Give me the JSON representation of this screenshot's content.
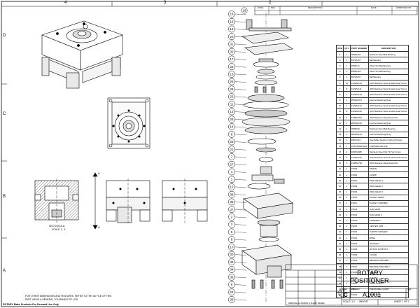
{
  "zone_numbers": [
    "4",
    "3",
    "2"
  ],
  "zone_letters": [
    "D",
    "C",
    "B",
    "A"
  ],
  "revision_block": {
    "headers": [
      "ZONE",
      "REV",
      "DESCRIPTION",
      "DATE",
      "APPROVED BY"
    ]
  },
  "balloons": [
    "16",
    "19",
    "18",
    "20",
    "31",
    "32",
    "17",
    "22",
    "15",
    "26",
    "29",
    "23",
    "11",
    "13",
    "25",
    "14",
    "6",
    "28",
    "21",
    "7",
    "27",
    "4",
    "1",
    "12",
    "38",
    "35",
    "37",
    "2",
    "3",
    "5",
    "9",
    "10",
    "30",
    "33",
    "34",
    "36",
    "8",
    "24",
    "39"
  ],
  "bom": {
    "headers": [
      "ITEM",
      "QTY",
      "PART NUMBER",
      "DESCRIPTION"
    ],
    "rows": [
      [
        "1",
        "1",
        "7804K11G",
        "Stainless Steel Ball Bearing"
      ],
      [
        "2",
        "1",
        "5972K267",
        "Ball Bearing"
      ],
      [
        "3",
        "1",
        "6655K12",
        "Ultra-Thin Ball Bearing"
      ],
      [
        "4",
        "1",
        "6655K11G",
        "Ultra-Thin Ball Bearing"
      ],
      [
        "5",
        "1",
        "5972K267",
        "Ball Bearing"
      ],
      [
        "6",
        "16",
        "91292A113",
        "18-8 Stainless Steel Socket Head Screw"
      ],
      [
        "7",
        "8",
        "91292A111",
        "18-8 Stainless Steel Socket Head Screw"
      ],
      [
        "8",
        "4",
        "91292A130",
        "18-8 Stainless Steel Socket Head Screw"
      ],
      [
        "9",
        "1",
        "95520A471",
        "Internal Retaining Ring"
      ],
      [
        "10",
        "6",
        "91292A121",
        "18-8 Stainless Steel Socket Head Screw"
      ],
      [
        "11",
        "8",
        "91292A119",
        "18-8 Stainless Steel Socket Head Screw"
      ],
      [
        "12",
        "4",
        "91985A051",
        "18-8 Stainless Steel Dowel Pin"
      ],
      [
        "13",
        "1",
        "98541A119",
        "Internal Retaining Ring"
      ],
      [
        "14",
        "1",
        "7806K39",
        "Stainless Steel Ball Bearing"
      ],
      [
        "15",
        "1",
        "98108A131",
        "Internal Retaining Ring"
      ],
      [
        "16",
        "1",
        "93871A11",
        "Steel Male Spanner Spring Plunger"
      ],
      [
        "18",
        "1",
        "PKP246MD15A2",
        "STEPPER MOTOR"
      ],
      [
        "17",
        "4",
        "92605A986",
        "Stainless Steel Flat Tip Set Screw"
      ],
      [
        "19",
        "4",
        "91292A212",
        "18-8 Stainless Steel Socket Head Screw"
      ],
      [
        "20",
        "2",
        "91985A796",
        "18-8 Stainless Steel Dowel Pin"
      ],
      [
        "21",
        "1",
        "P1000",
        "PINION"
      ],
      [
        "22",
        "1",
        "P1006",
        "CLAMP"
      ],
      [
        "23",
        "1",
        "P1007",
        "RING GEAR 1"
      ],
      [
        "24",
        "1",
        "P1008",
        "RING GEAR 2"
      ],
      [
        "25",
        "1",
        "P1009",
        "RING GEAR 3"
      ],
      [
        "26",
        "4",
        "P1010",
        "PLANET GEAR"
      ],
      [
        "27",
        "4",
        "P1011",
        "PLANET CARRIER"
      ],
      [
        "28",
        "1",
        "P1012",
        "SUN GEAR"
      ],
      [
        "29",
        "1",
        "P1013",
        "SUN GEAR 2"
      ],
      [
        "30",
        "1",
        "P1014",
        "CARRIER 2"
      ],
      [
        "31",
        "1",
        "P1015",
        "CENTER HUB"
      ],
      [
        "32",
        "1",
        "P1016",
        "THRUST WASHER"
      ],
      [
        "33",
        "1",
        "P1002",
        "BASE"
      ],
      [
        "34",
        "1",
        "P1003",
        "HOUSING"
      ],
      [
        "35",
        "1",
        "P1004",
        "MOTOR SUPPORT"
      ],
      [
        "36",
        "1",
        "P1005",
        "COVER"
      ],
      [
        "37",
        "1",
        "P1016",
        "BEARING SPACER 1"
      ],
      [
        "38",
        "1",
        "P1017",
        "BEARING SPACER 2"
      ],
      [
        "39",
        "1",
        "P1018",
        "SHAFT 1"
      ],
      [
        "40",
        "1",
        "P1019",
        "SHAFT 2"
      ],
      [
        "41",
        "1",
        "P1020",
        "IDLER PINION"
      ],
      [
        "42",
        "1",
        "P1021",
        "PRESSURE CLAMP"
      ],
      [
        "43",
        "1",
        "P1022",
        "IDLER PINS"
      ]
    ]
  },
  "views": {
    "section_label": "SECTION A-A",
    "scale_label": "SCALE 1 : 3",
    "marker_a": "A"
  },
  "notes": {
    "line1": "FOR OTHER DIMENSIONS AND FEATURES, REFER TO THE 3D FILE OF THIS",
    "line2": "PART USING A GENERAL TOLERANCE OF .025",
    "footer": "ROTARY Make Products For Demand Use Only",
    "caption": "REMOVE ALL BURRS & SHARP EDGES"
  },
  "title_block": {
    "title_line1": "ROTARY",
    "title_line2": "POSITIONER",
    "size": "C",
    "dwg_no": "A1001",
    "rev_label": "REV",
    "scale": "SCALE: 1:3",
    "weight": "WEIGHT:",
    "sheet": "SHEET 1 OF 1",
    "size_label": "SIZE",
    "dwg_label": "DWG. NO."
  }
}
